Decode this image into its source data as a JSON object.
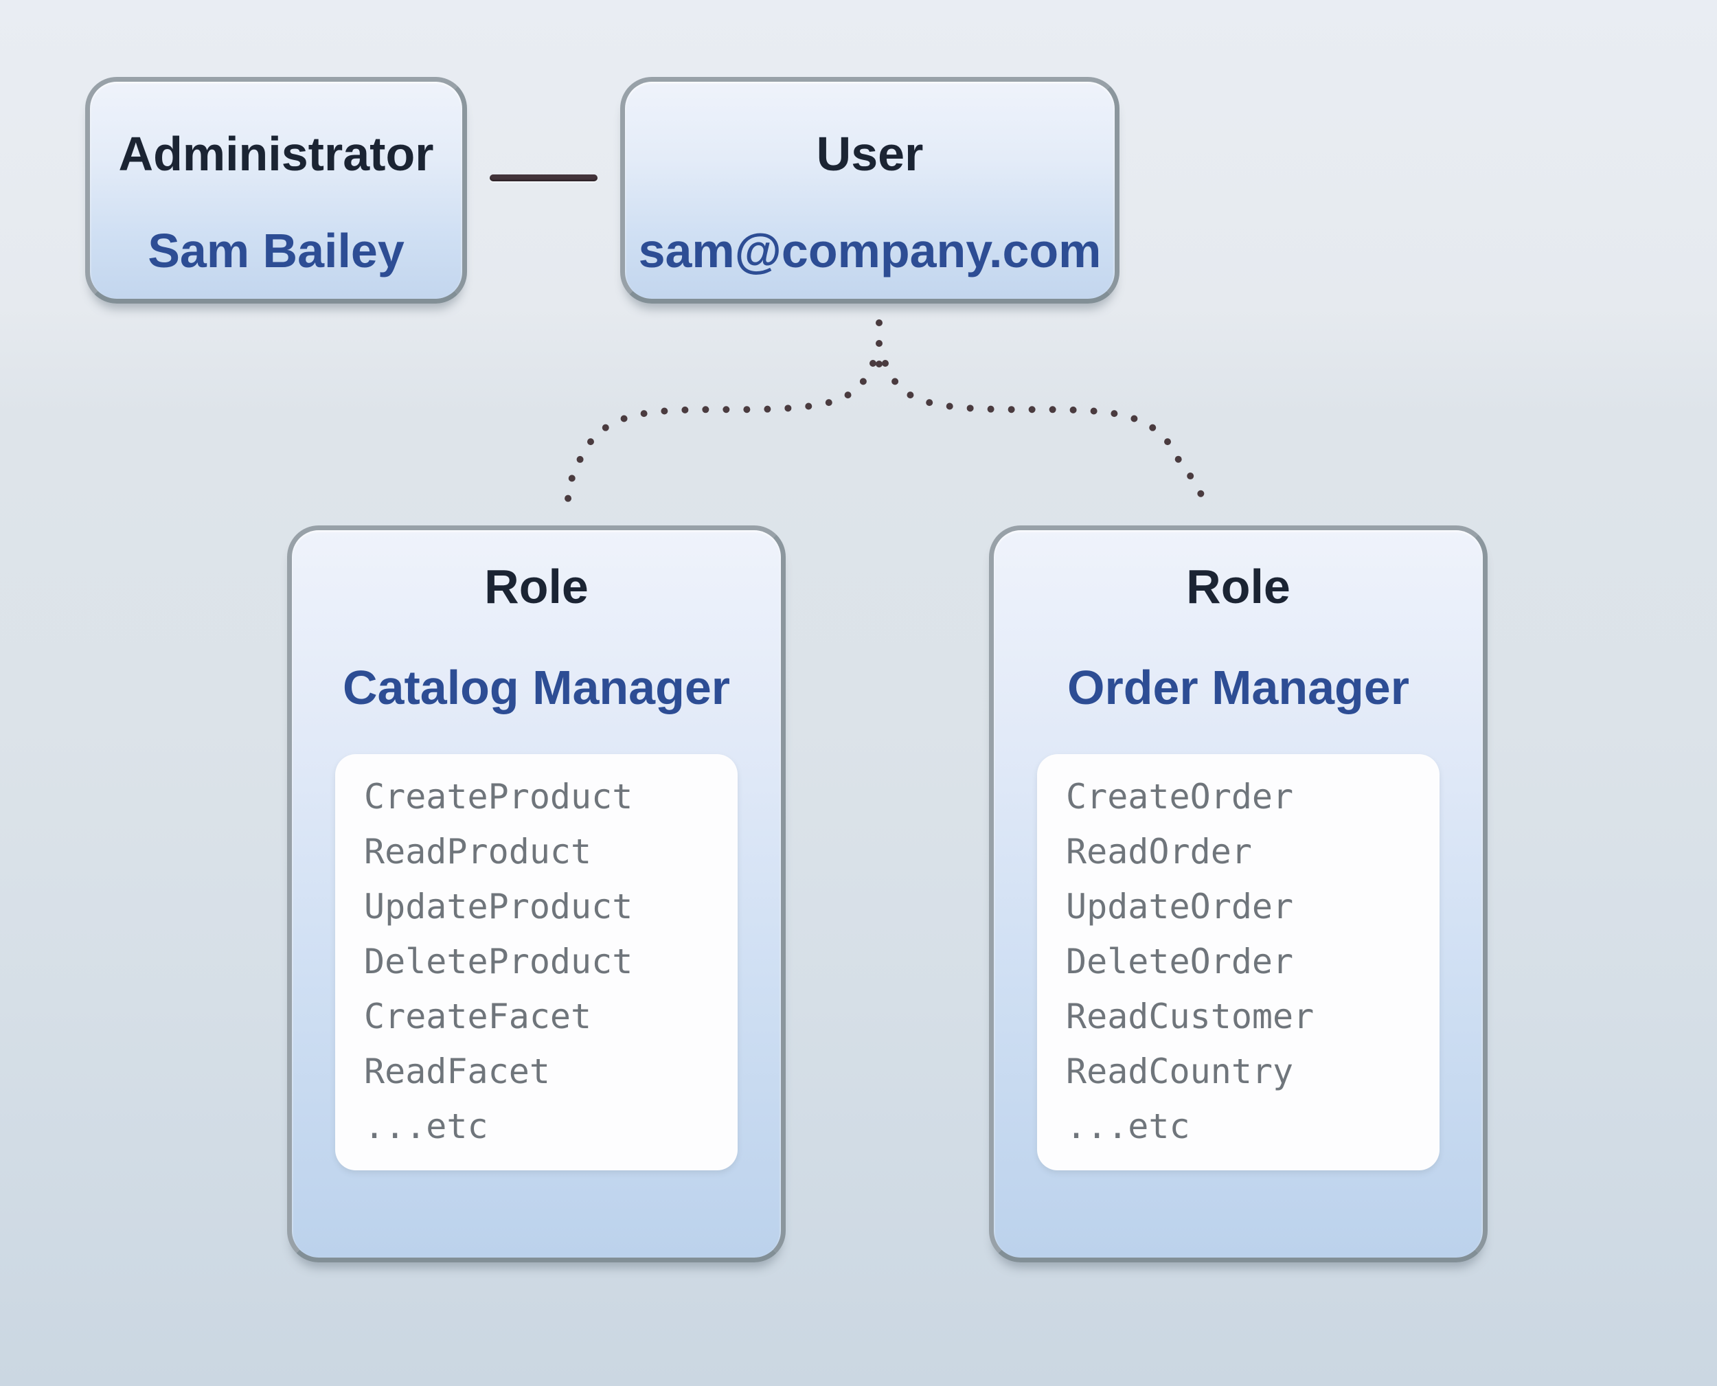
{
  "diagram": {
    "admin_card": {
      "title": "Administrator",
      "subtitle": "Sam Bailey"
    },
    "user_card": {
      "title": "User",
      "subtitle": "sam@company.com"
    },
    "roles": [
      {
        "title": "Role",
        "subtitle": "Catalog Manager",
        "permissions": [
          "CreateProduct",
          "ReadProduct",
          "UpdateProduct",
          "DeleteProduct",
          "CreateFacet",
          "ReadFacet",
          "...etc"
        ]
      },
      {
        "title": "Role",
        "subtitle": "Order Manager",
        "permissions": [
          "CreateOrder",
          "ReadOrder",
          "UpdateOrder",
          "DeleteOrder",
          "ReadCustomer",
          "ReadCountry",
          "...etc"
        ]
      }
    ],
    "colors": {
      "card_title_text": "#1b2433",
      "accent_blue_text": "#2d4d94",
      "permission_text": "#6f757b",
      "card_fill_top": "#eff3fb",
      "card_fill_bottom": "#bcd2ec",
      "card_border": "#98a1a8",
      "permission_box_fill": "#fdfdfe",
      "solid_link": "#42333a",
      "dotted_link": "#4a3b3f",
      "background_top": "#e9edf3",
      "background_bottom": "#cbd7e2"
    }
  }
}
